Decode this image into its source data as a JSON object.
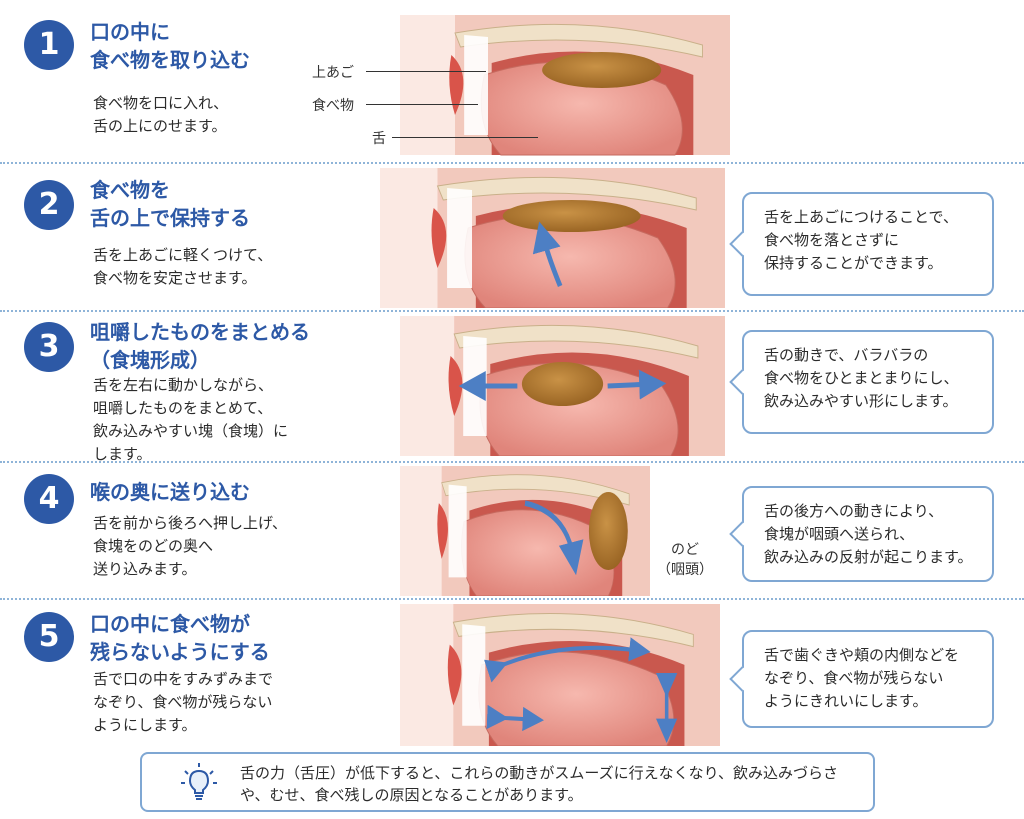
{
  "steps": [
    {
      "number": "1",
      "title": "口の中に\n食べ物を取り込む",
      "description": "食べ物を口に入れ、\n舌の上にのせます。",
      "note": ""
    },
    {
      "number": "2",
      "title": "食べ物を\n舌の上で保持する",
      "description": "舌を上あごに軽くつけて、\n食べ物を安定させます。",
      "note": "舌を上あごにつけることで、\n食べ物を落とさずに\n保持することができます。"
    },
    {
      "number": "3",
      "title": "咀嚼したものをまとめる\n（食塊形成）",
      "description": "舌を左右に動かしながら、\n咀嚼したものをまとめて、\n飲み込みやすい塊（食塊）に\nします。",
      "note": "舌の動きで、バラバラの\n食べ物をひとまとまりにし、\n飲み込みやすい形にします。"
    },
    {
      "number": "4",
      "title": "喉の奥に送り込む",
      "description": "舌を前から後ろへ押し上げ、\n食塊をのどの奥へ\n送り込みます。",
      "note": "舌の後方への動きにより、\n食塊が咽頭へ送られ、\n飲み込みの反射が起こります。"
    },
    {
      "number": "5",
      "title": "口の中に食べ物が\n残らないようにする",
      "description": "舌で口の中をすみずみまで\nなぞり、食べ物が残らない\nようにします。",
      "note": "舌で歯ぐきや頬の内側などを\nなぞり、食べ物が残らない\nようにきれいにします。"
    }
  ],
  "labels": {
    "palate": "上あご",
    "food": "食べ物",
    "tongue": "舌",
    "throat": "のど\n（咽頭）"
  },
  "footer": {
    "icon": "lightbulb-icon",
    "text": "舌の力（舌圧）が低下すると、これらの動きがスムーズに行えなくなり、飲み込みづらさや、むせ、食べ残しの原因となることがあります。"
  },
  "colors": {
    "accent": "#2d59a6",
    "border": "#7fa7d3",
    "tongue": "#e99a92",
    "food": "#b07a34",
    "arrow": "#4d7fc4"
  }
}
